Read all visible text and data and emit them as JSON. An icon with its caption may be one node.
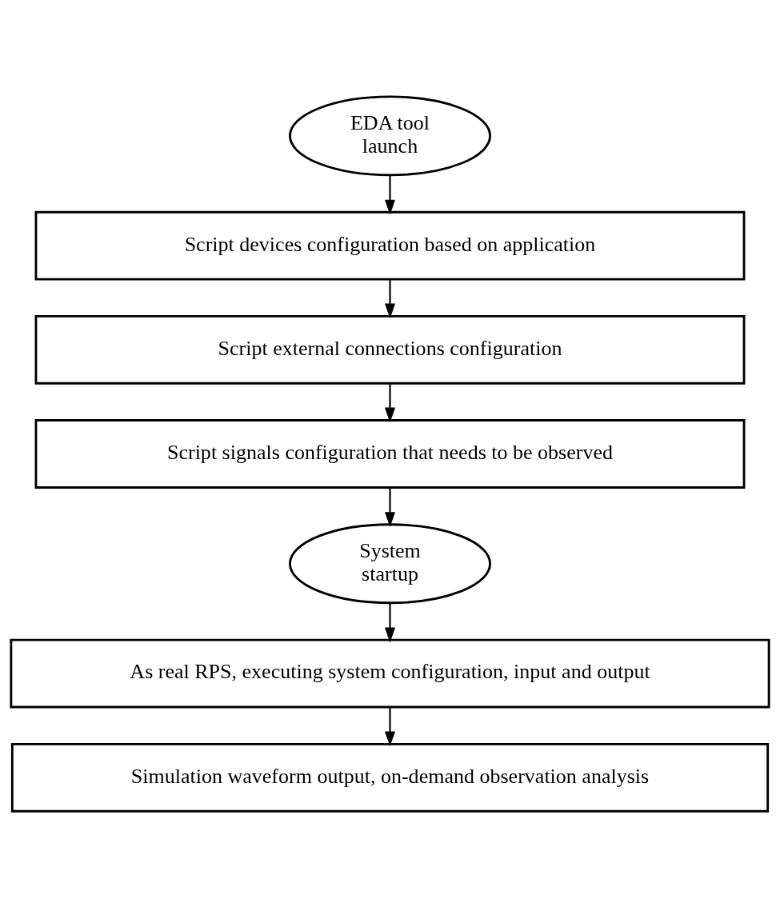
{
  "diagram": {
    "nodes": [
      {
        "text": [
          "EDA tool launch"
        ]
      },
      {
        "text": [
          "Script devices configuration based on application"
        ]
      },
      {
        "text": [
          "Script external connections configuration"
        ]
      },
      {
        "text": [
          "Script signals configuration that needs to be observed"
        ]
      },
      {
        "text": [
          "System startup"
        ]
      },
      {
        "text": [
          "As real RPS, executing system configuration, input and output"
        ]
      },
      {
        "text": [
          "Simulation waveform output, on-demand observation analysis"
        ]
      }
    ],
    "edges": [
      {
        "from": 0,
        "to": 1,
        "arrow": "to"
      },
      {
        "from": 1,
        "to": 2,
        "arrow": "to"
      },
      {
        "from": 2,
        "to": 3,
        "arrow": "to"
      },
      {
        "from": 3,
        "to": 4,
        "arrow": "to"
      },
      {
        "from": 4,
        "to": 5,
        "arrow": "to"
      },
      {
        "from": 5,
        "to": 6,
        "arrow": "to"
      }
    ]
  }
}
